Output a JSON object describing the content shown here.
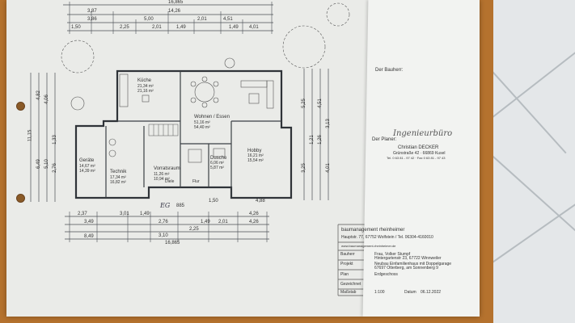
{
  "plan": {
    "dimensions_top": [
      "16,865",
      "14,26",
      "3,87",
      "3,86",
      "5,00",
      "2,01",
      "4,51",
      "1,49",
      "1,49",
      "4,01",
      "2,01",
      "1,50",
      "2,25"
    ],
    "dimensions_bottom": [
      "2,37",
      "3,01",
      "1,49",
      "4,26",
      "4,26",
      "2,76",
      "1,49",
      "2,01",
      "3,49",
      "3,10",
      "2,25",
      "16,865",
      "8,49",
      "885",
      "1,50",
      "4,88"
    ],
    "dimensions_left": [
      "11,15",
      "4,82",
      "4,06",
      "2,76",
      "6,49",
      "5,10",
      "1,33"
    ],
    "dimensions_right": [
      "5,25",
      "4,51",
      "3,25",
      "1,21",
      "1,26",
      "4,01",
      "3,13"
    ],
    "rooms": [
      {
        "name": "Küche",
        "area1": "21,34 m²",
        "area2": "21,16 m²"
      },
      {
        "name": "Wohnen / Essen",
        "area1": "51,16 m²",
        "area2": "54,40 m²"
      },
      {
        "name": "Geräte",
        "area1": "14,67 m²",
        "area2": "14,39 m²"
      },
      {
        "name": "Technik",
        "area1": "17,34 m²",
        "area2": "16,82 m²"
      },
      {
        "name": "Vorratsraum",
        "area1": "11,26 m²",
        "area2": "10,94 m²"
      },
      {
        "name": "Dusche",
        "area1": "6,06 m²",
        "area2": "5,87 m²"
      },
      {
        "name": "Hobby",
        "area1": "16,21 m²",
        "area2": "15,54 m²"
      }
    ],
    "annotations": [
      "EG",
      "Diele",
      "Flur"
    ]
  },
  "title_block": {
    "bauherr_label": "Der Bauherr:",
    "planer_label": "Der Planer:",
    "planer_stamp_office": "Ingenieurbüro",
    "planer_stamp_name": "Christian DECKER",
    "planer_stamp_address": "Grünstraße 42 · 66869 Kusel",
    "planer_stamp_phone": "Tel. 0 63 81 - 97 42 · Fax 0 63 81 - 97 43",
    "company": "baumanagement rheinheimer",
    "company_address": "Hauptstr. 77, 67752 Wolfstein / Tel. 06304-4160010",
    "company_web": "www.baumanagement-rheinheimer.de",
    "rows": [
      {
        "label": "Bauherr",
        "value": "Frau, Volker Stumpf"
      },
      {
        "label": "",
        "value": "Hintergartenstr 23, 67722 Winnweiler"
      },
      {
        "label": "Projekt",
        "value": "Neubau Einfamilienhaus mit Doppelgarage"
      },
      {
        "label": "",
        "value": "67697 Otterberg, am Sonnenberg 9"
      },
      {
        "label": "Plan",
        "value": "Erdgeschoss"
      },
      {
        "label": "Gezeichnet",
        "value": ""
      },
      {
        "label": "Maßstab",
        "value": "1:100"
      }
    ],
    "date_label": "Datum",
    "date_value": "06.12.2022"
  },
  "colors": {
    "table": "#b5722e",
    "paper": "#eaebe8",
    "tiles": "#e4e7e9",
    "line": "#4a4f55"
  }
}
